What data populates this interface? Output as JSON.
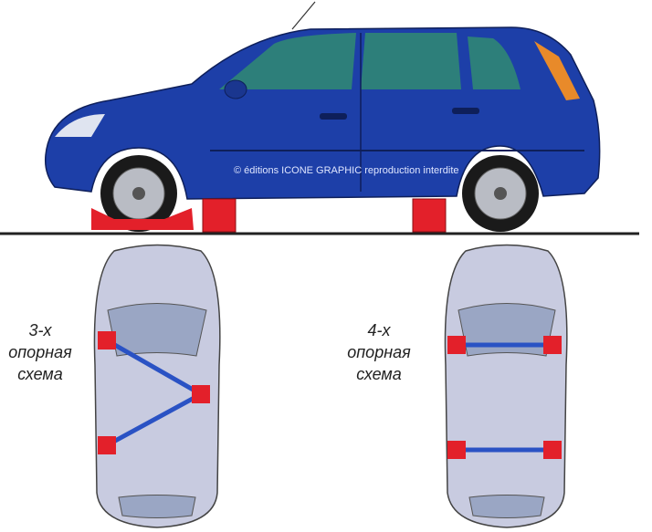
{
  "copyright": "© éditions ICONE GRAPHIC reproduction interdite",
  "scheme_3": {
    "line1": "3-х",
    "line2": "опорная",
    "line3": "схема"
  },
  "scheme_4": {
    "line1": "4-х",
    "line2": "опорная",
    "line3": "схема"
  },
  "colors": {
    "body": "#1d3fa8",
    "support": "#e3202a",
    "line": "#2a52c4",
    "top_car": "#c8cbe0"
  }
}
